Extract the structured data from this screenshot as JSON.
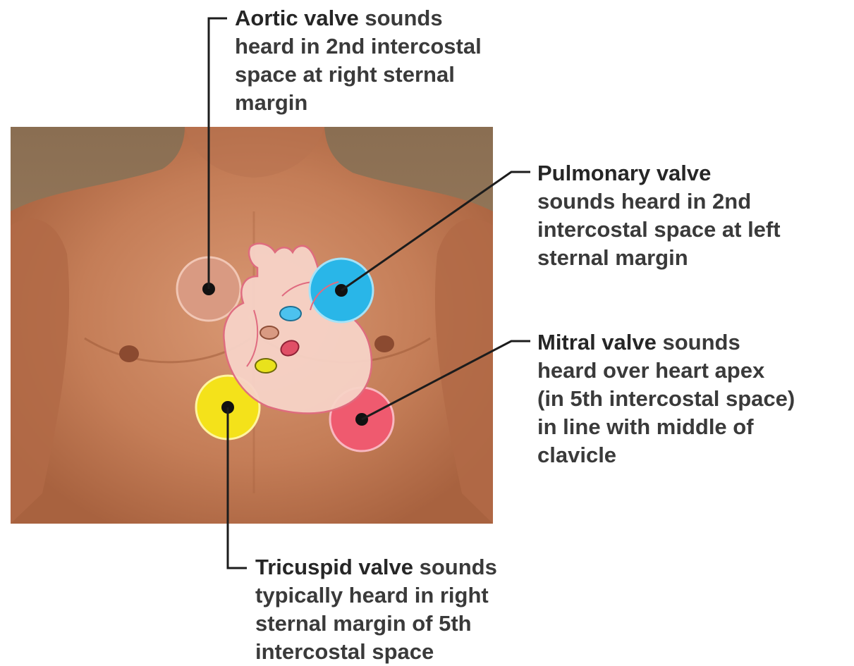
{
  "labels": {
    "aortic": {
      "title": "Aortic valve",
      "line1_rest": " sounds",
      "lines": [
        "heard in 2nd intercostal",
        "space at right sternal",
        "margin"
      ]
    },
    "pulmonary": {
      "title": "Pulmonary valve",
      "lines": [
        "sounds heard in 2nd",
        "intercostal space at left",
        "sternal margin"
      ]
    },
    "mitral": {
      "title": "Mitral valve",
      "line1_rest": " sounds",
      "lines": [
        "heard over heart apex",
        "(in 5th intercostal space)",
        "in line with middle of",
        "clavicle"
      ]
    },
    "tricuspid": {
      "title": "Tricuspid valve",
      "line1_rest": " sounds",
      "lines": [
        "typically heard in right",
        "sternal margin of 5th",
        "intercostal space"
      ]
    }
  },
  "colors": {
    "aortic_zone": "#d99a82",
    "pulmonary_zone": "#29b6e8",
    "mitral_zone": "#ef5a6f",
    "tricuspid_zone": "#f4e21a",
    "leader_line": "#1c1c1c",
    "skin": "#c9835e",
    "background": "#9a7b5e"
  }
}
